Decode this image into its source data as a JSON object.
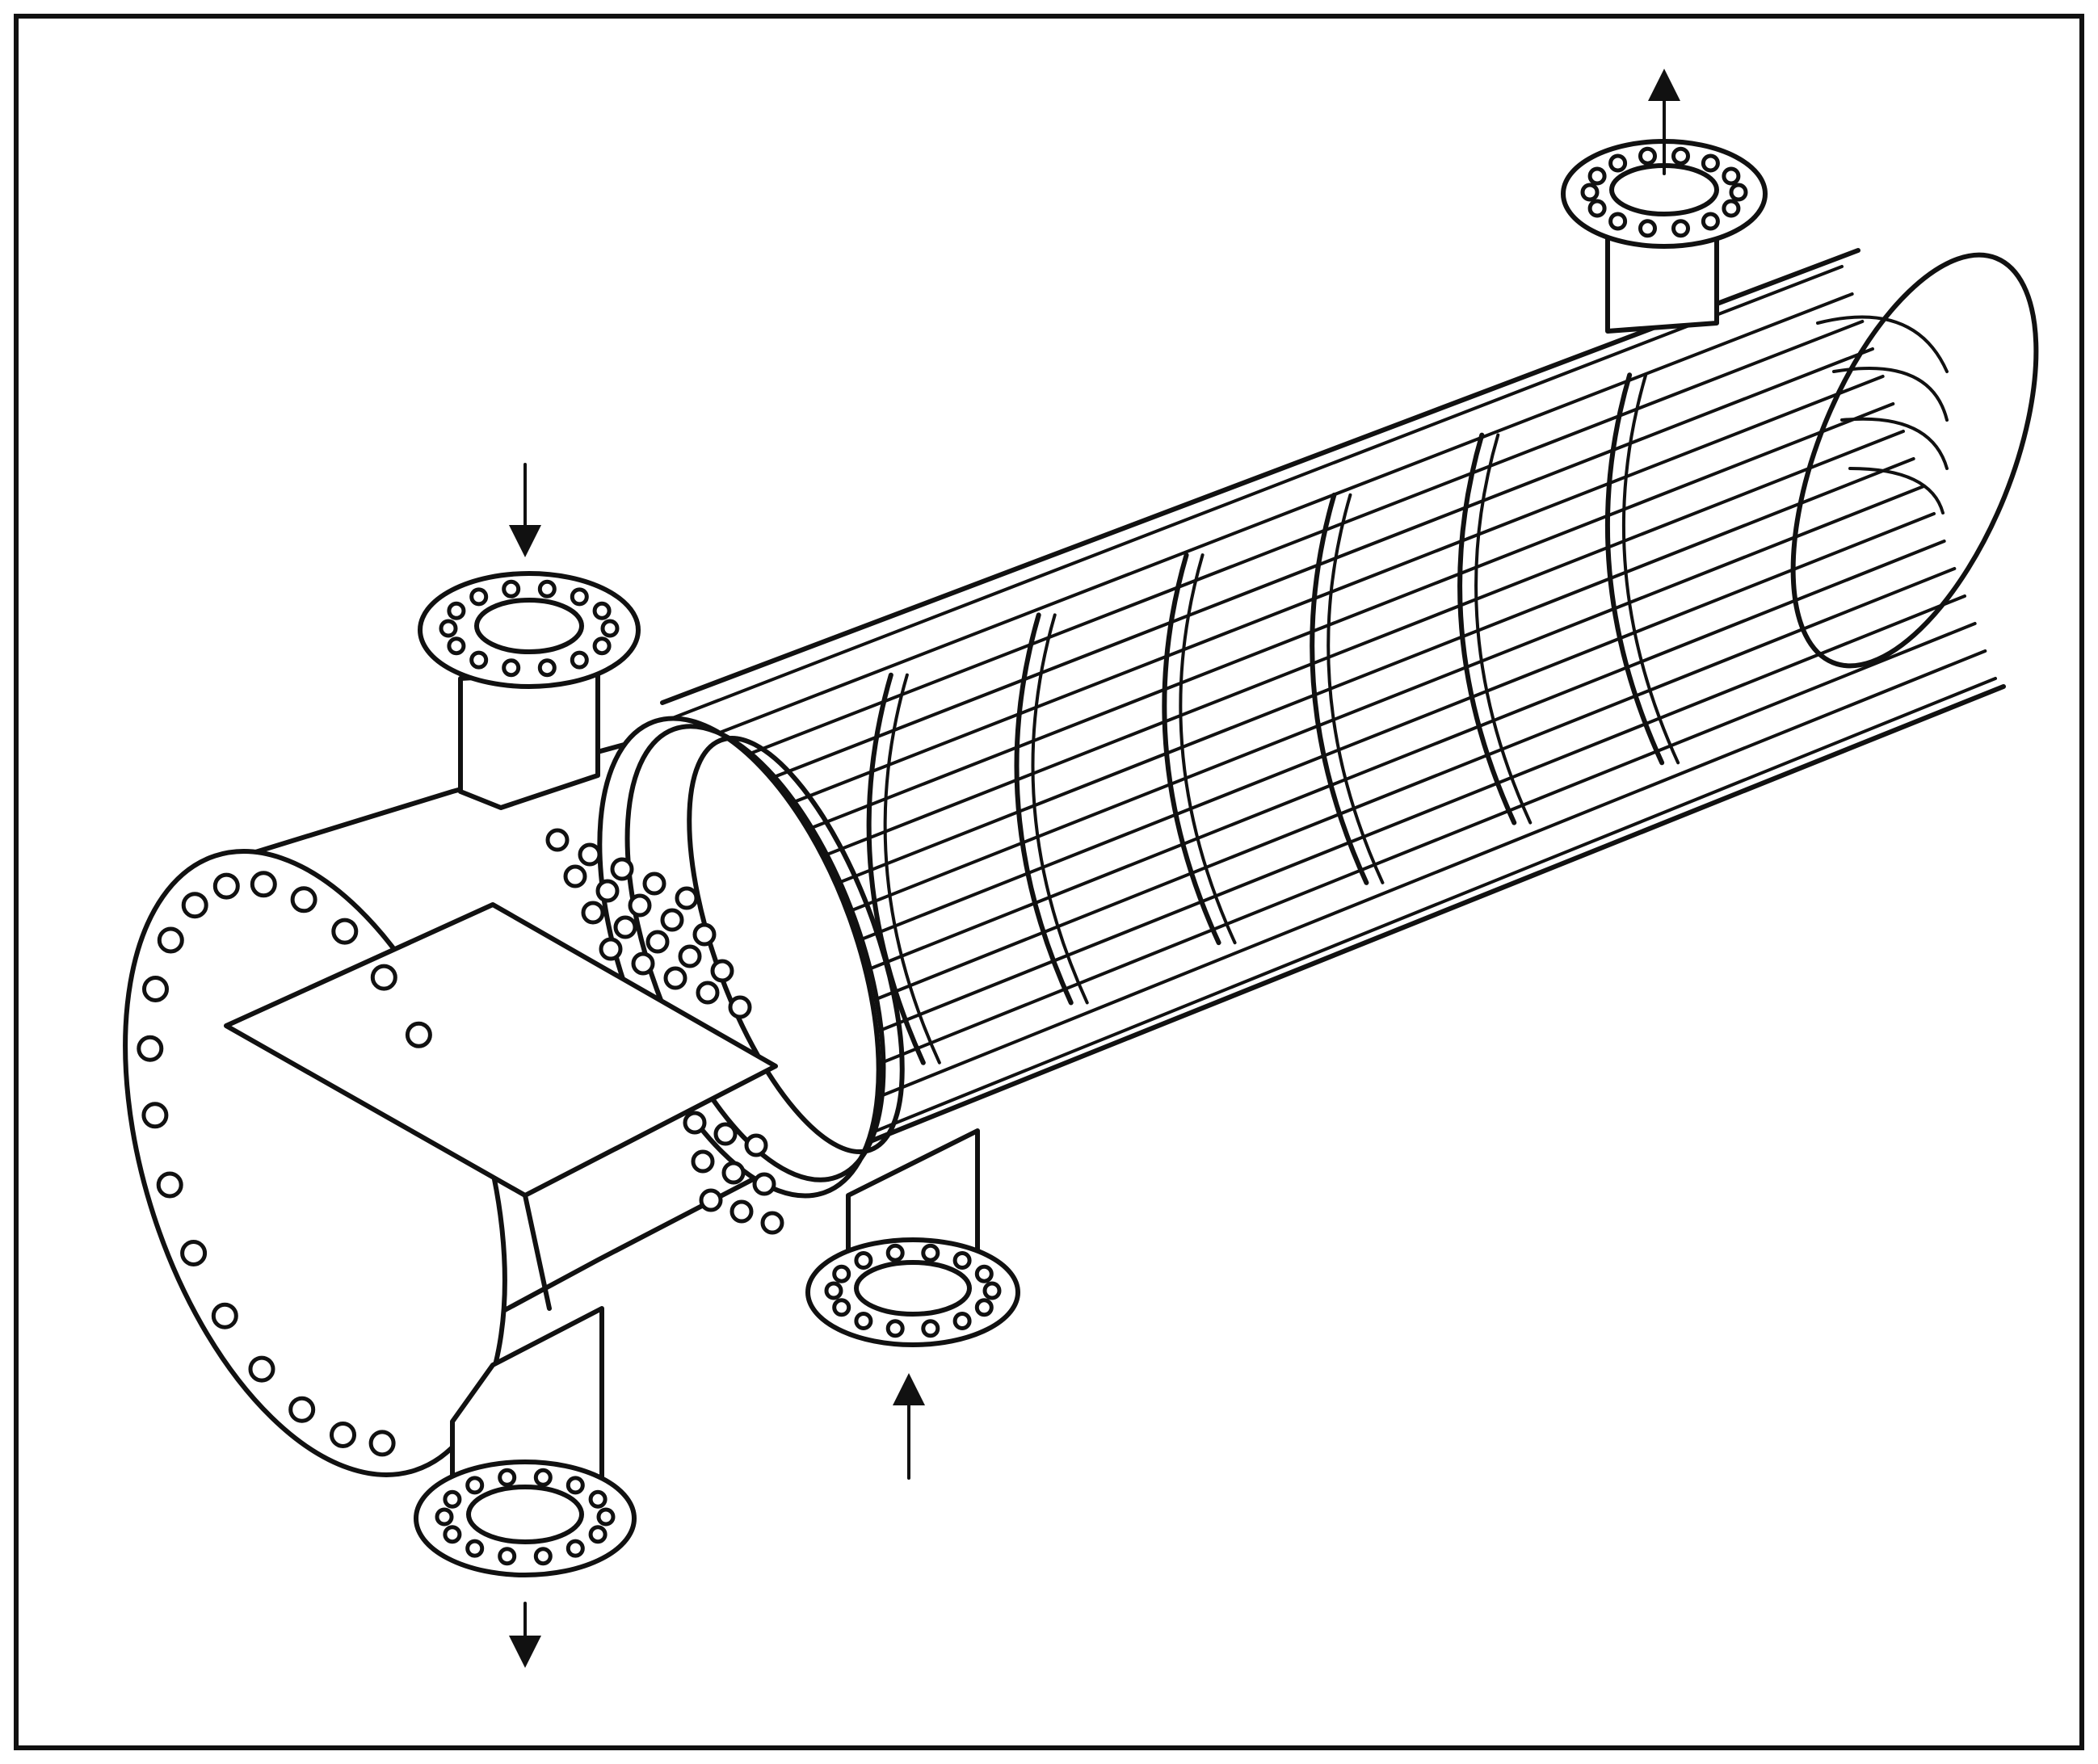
{
  "figure": {
    "subject": "shell-and-tube-heat-exchanger",
    "line_color": "#111111",
    "background": "#ffffff",
    "nozzles": [
      {
        "id": "channel-inlet",
        "flow": "in"
      },
      {
        "id": "channel-outlet",
        "flow": "out"
      },
      {
        "id": "shell-inlet",
        "flow": "in"
      },
      {
        "id": "shell-outlet",
        "flow": "out"
      }
    ],
    "baffle_count": 6,
    "tube_rows": 16
  }
}
